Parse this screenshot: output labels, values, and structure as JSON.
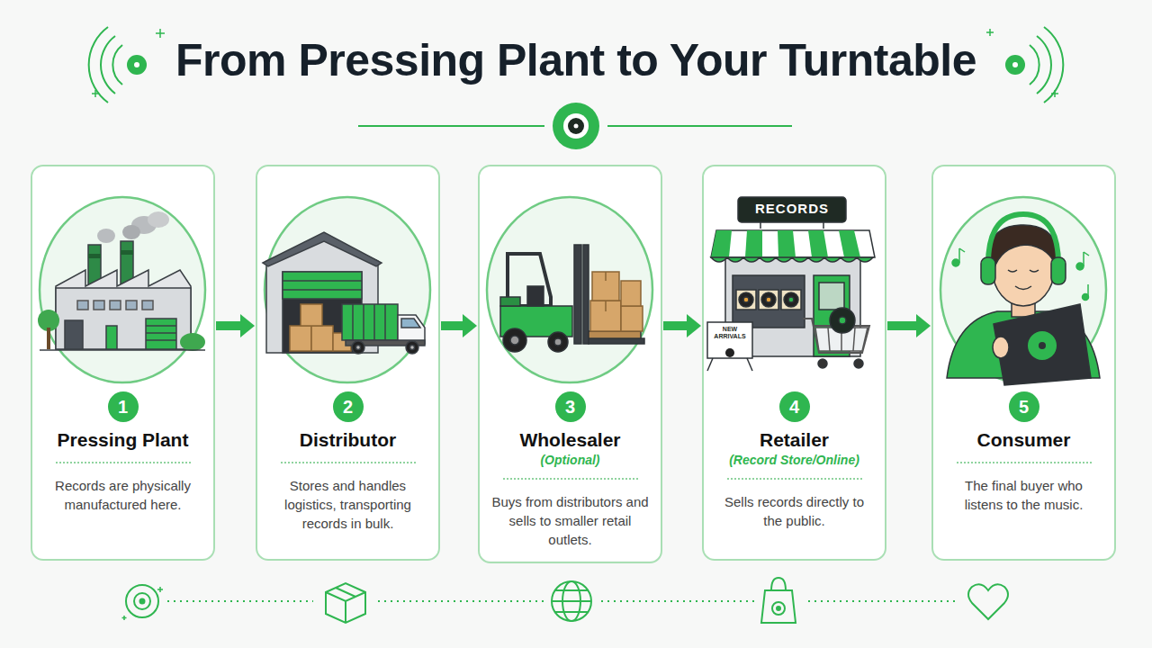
{
  "diagram": {
    "title": "From Pressing Plant to Your Turntable",
    "nodes": [
      {
        "text": [
          "1",
          "Pressing Plant",
          "Records are physically manufactured here."
        ]
      },
      {
        "text": [
          "2",
          "Distributor",
          "Stores and handles logistics, transporting records in bulk."
        ]
      },
      {
        "text": [
          "3",
          "Wholesaler",
          "(Optional)",
          "Buys from distributors and sells to smaller retail outlets."
        ]
      },
      {
        "text": [
          "4",
          "Retailer",
          "(Record Store/Online)",
          "Sells records directly to the public."
        ]
      },
      {
        "text": [
          "5",
          "Consumer",
          "The final buyer who listens to the music."
        ]
      }
    ],
    "edges": [
      {
        "from": 0,
        "to": 1,
        "arrow": "to"
      },
      {
        "from": 1,
        "to": 2,
        "arrow": "to"
      },
      {
        "from": 2,
        "to": 3,
        "arrow": "to"
      },
      {
        "from": 3,
        "to": 4,
        "arrow": "to"
      }
    ],
    "labels": [
      "RECORDS",
      "NEW ARRIVALS"
    ]
  }
}
